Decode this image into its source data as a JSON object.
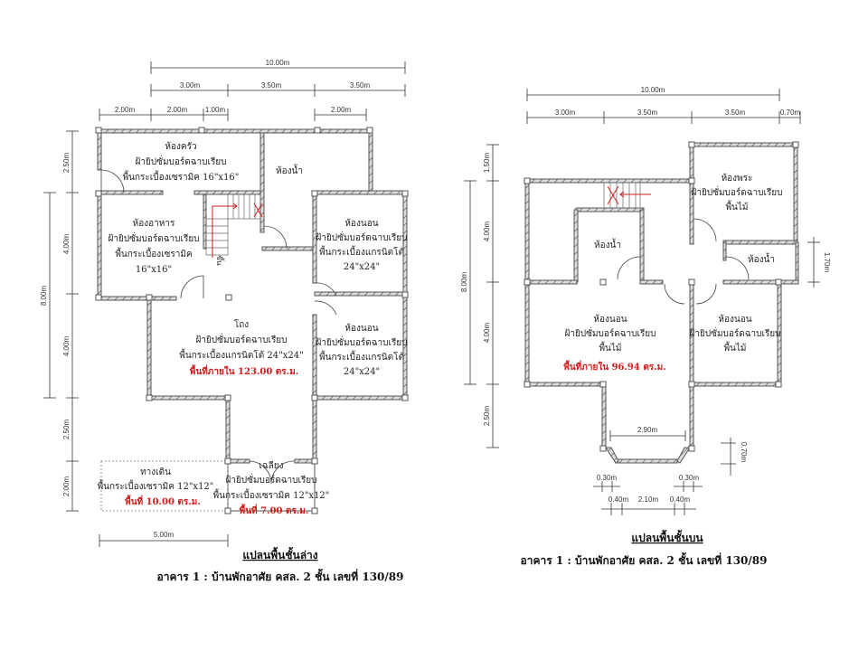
{
  "ground_floor": {
    "title": "แปลนพื้นชั้นล่าง",
    "building": "อาคาร 1 :  บ้านพักอาศัย คสล. 2 ชั้น เลขที่  130/89",
    "dims": {
      "total_width": "10.00m",
      "w1": "3.00m",
      "w2": "3.50m",
      "w3": "3.50m",
      "s1": "2.00m",
      "s2": "2.00m",
      "s3": "1.00m",
      "s4": "2.00m",
      "v1": "2.50m",
      "v2": "4.00m",
      "v3": "4.00m",
      "v4": "2.50m",
      "v5": "2.00m",
      "total_depth": "8.00m",
      "walkway_width": "5.00m"
    },
    "rooms": {
      "kitchen": [
        "ห้องครัว",
        "ฝ้ายิปซั่มบอร์ดฉาบเรียบ",
        "พื้นกระเบื้องเซรามิค 16\"x16\""
      ],
      "bathroom": [
        "ห้องน้ำ"
      ],
      "dining": [
        "ห้องอาหาร",
        "ฝ้ายิปซั่มบอร์ดฉาบเรียบ",
        "พื้นกระเบื้องเซรามิค",
        "16\"x16\""
      ],
      "stair_label": "ขึ้น",
      "bedroom1": [
        "ห้องนอน",
        "ฝ้ายิปซั่มบอร์ดฉาบเรียบ",
        "พื้นกระเบื้องแกรนิตโต้",
        "24\"x24\""
      ],
      "hall": [
        "โถง",
        "ฝ้ายิปซั่มบอร์ดฉาบเรียบ",
        "พื้นกระเบื้องแกรนิตโต้ 24\"x24\""
      ],
      "hall_area": "พื้นที่ภายใน 123.00 ตร.ม.",
      "bedroom2": [
        "ห้องนอน",
        "ฝ้ายิปซั่มบอร์ดฉาบเรียบ",
        "พื้นกระเบื้องแกรนิตโต้",
        "24\"x24\""
      ],
      "walkway": [
        "ทางเดิน",
        "พื้นกระเบื้องเซรามิค 12\"x12\""
      ],
      "walkway_area": "พื้นที่ 10.00 ตร.ม.",
      "porch": [
        "เฉลียง",
        "ฝ้ายิปซั่มบอร์ดฉาบเรียบ",
        "พื้นกระเบื้องเซรามิค 12\"x12\""
      ],
      "porch_area": "พื้นที่ 7.00 ตร.ม."
    }
  },
  "upper_floor": {
    "title": "แปลนพื้นชั้นบน",
    "building": "อาคาร 1 :  บ้านพักอาศัย คสล. 2 ชั้น เลขที่  130/89",
    "dims": {
      "total_width": "10.00m",
      "w1": "3.00m",
      "w2": "3.50m",
      "w3": "3.50m",
      "w4": "0.70m",
      "v1": "1.50m",
      "v2": "4.00m",
      "v3": "4.00m",
      "v4": "2.50m",
      "total_depth": "8.00m",
      "bath_depth": "1.70m",
      "bay_width": "2.90m",
      "bay_depth": "0.70m",
      "bay_off_l": "0.30m",
      "bay_off_r": "0.30m",
      "bay_b1": "0.40m",
      "bay_b2": "2.10m",
      "bay_b3": "0.40m"
    },
    "rooms": {
      "shrine": [
        "ห้องพระ",
        "ฝ้ายิปซั่มบอร์ดฉาบเรียบ",
        "พื้นไม้"
      ],
      "bathroom1": [
        "ห้องน้ำ"
      ],
      "bathroom2": [
        "ห้องน้ำ"
      ],
      "bedroom1": [
        "ห้องนอน",
        "ฝ้ายิปซั่มบอร์ดฉาบเรียบ",
        "พื้นไม้"
      ],
      "bedroom1_area": "พื้นที่ภายใน 96.94 ตร.ม.",
      "bedroom2": [
        "ห้องนอน",
        "ฝ้ายิปซั่มบอร์ดฉาบเรียบ",
        "พื้นไม้"
      ]
    }
  }
}
